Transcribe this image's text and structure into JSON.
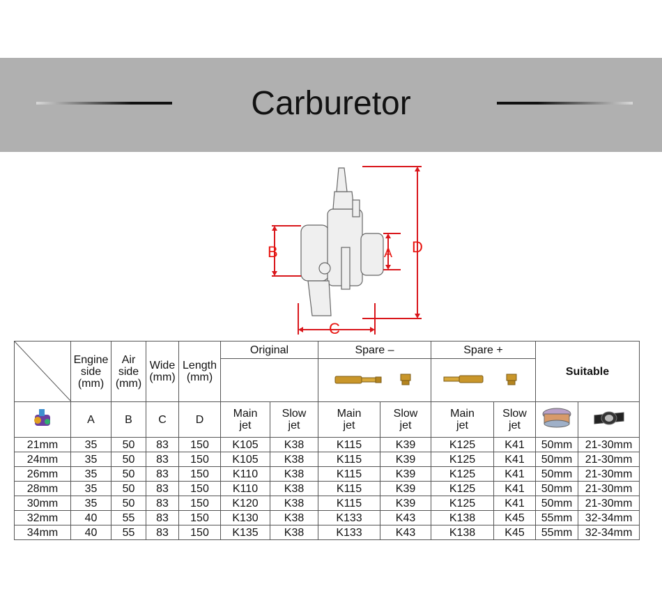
{
  "title": "Carburetor",
  "diagram": {
    "labels": [
      "B",
      "A",
      "D",
      "C"
    ]
  },
  "table": {
    "headers": {
      "engine_side": [
        "Engine",
        "side",
        "(mm)"
      ],
      "air_side": [
        "Air",
        "side",
        "(mm)"
      ],
      "wide": [
        "Wide",
        "(mm)"
      ],
      "length": [
        "Length",
        "(mm)"
      ],
      "original": "Original",
      "spare_minus": "Spare –",
      "spare_plus": "Spare +",
      "suitable": "Suitable"
    },
    "letters": {
      "a": "A",
      "b": "B",
      "c": "C",
      "d": "D"
    },
    "jets": {
      "main": [
        "Main",
        "jet"
      ],
      "slow": [
        "Slow",
        "jet"
      ]
    },
    "rows": [
      {
        "size": "21mm",
        "a": "35",
        "b": "50",
        "c": "83",
        "d": "150",
        "om": "K105",
        "os": "K38",
        "sm": "K115",
        "ss": "K39",
        "pm": "K125",
        "ps": "K41",
        "filter": "50mm",
        "intake": "21-30mm"
      },
      {
        "size": "24mm",
        "a": "35",
        "b": "50",
        "c": "83",
        "d": "150",
        "om": "K105",
        "os": "K38",
        "sm": "K115",
        "ss": "K39",
        "pm": "K125",
        "ps": "K41",
        "filter": "50mm",
        "intake": "21-30mm"
      },
      {
        "size": "26mm",
        "a": "35",
        "b": "50",
        "c": "83",
        "d": "150",
        "om": "K110",
        "os": "K38",
        "sm": "K115",
        "ss": "K39",
        "pm": "K125",
        "ps": "K41",
        "filter": "50mm",
        "intake": "21-30mm"
      },
      {
        "size": "28mm",
        "a": "35",
        "b": "50",
        "c": "83",
        "d": "150",
        "om": "K110",
        "os": "K38",
        "sm": "K115",
        "ss": "K39",
        "pm": "K125",
        "ps": "K41",
        "filter": "50mm",
        "intake": "21-30mm"
      },
      {
        "size": "30mm",
        "a": "35",
        "b": "50",
        "c": "83",
        "d": "150",
        "om": "K120",
        "os": "K38",
        "sm": "K115",
        "ss": "K39",
        "pm": "K125",
        "ps": "K41",
        "filter": "50mm",
        "intake": "21-30mm"
      },
      {
        "size": "32mm",
        "a": "40",
        "b": "55",
        "c": "83",
        "d": "150",
        "om": "K130",
        "os": "K38",
        "sm": "K133",
        "ss": "K43",
        "pm": "K138",
        "ps": "K45",
        "filter": "55mm",
        "intake": "32-34mm"
      },
      {
        "size": "34mm",
        "a": "40",
        "b": "55",
        "c": "83",
        "d": "150",
        "om": "K135",
        "os": "K38",
        "sm": "K133",
        "ss": "K43",
        "pm": "K138",
        "ps": "K45",
        "filter": "55mm",
        "intake": "32-34mm"
      }
    ]
  },
  "colors": {
    "banner": "#b0b0b0",
    "accent_red": "#e8140f",
    "size_blue": "#1a2fd0",
    "brass": "#c9962a"
  }
}
